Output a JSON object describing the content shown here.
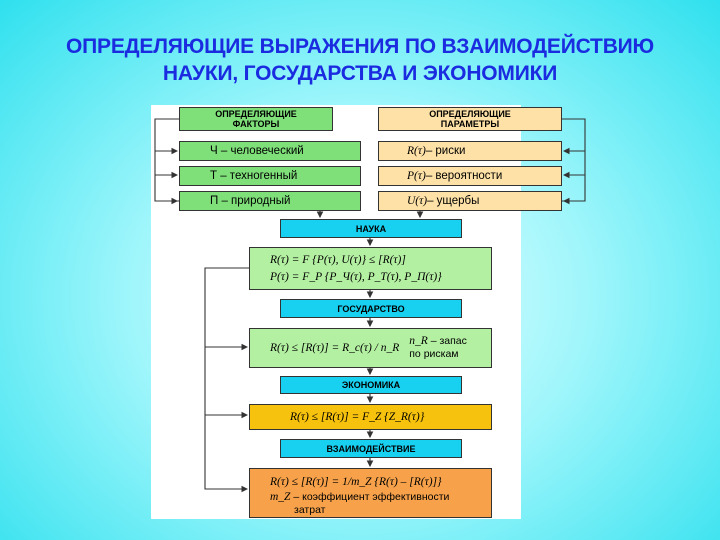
{
  "title": {
    "line1": "ОПРЕДЕЛЯЮЩИЕ ВЫРАЖЕНИЯ ПО ВЗАИМОДЕЙСТВИЮ",
    "line2": "НАУКИ, ГОСУДАРСТВА И ЭКОНОМИКИ"
  },
  "factors": {
    "header_line1": "ОПРЕДЕЛЯЮЩИЕ",
    "header_line2": "ФАКТОРЫ",
    "items": [
      "Ч – человеческий",
      "Т – техногенный",
      "П – природный"
    ]
  },
  "parameters": {
    "header_line1": "ОПРЕДЕЛЯЮЩИЕ",
    "header_line2": "ПАРАМЕТРЫ",
    "items": [
      {
        "symbol": "R(τ)",
        "text": " – риски"
      },
      {
        "symbol": "P(τ)",
        "text": " – вероятности"
      },
      {
        "symbol": "U(τ)",
        "text": " – ущербы"
      }
    ]
  },
  "science": {
    "header": "НАУКА",
    "formula1": "R(τ) = F {P(τ), U(τ)} ≤ [R(τ)]",
    "formula2": "P(τ) = F_P {P_Ч(τ), P_Т(τ), P_П(τ)}"
  },
  "state": {
    "header": "ГОСУДАРСТВО",
    "formula": "R(τ) ≤ [R(τ)] = R_c(τ) / n_R",
    "note_symbol": "n_R",
    "note_text1": " – запас",
    "note_text2": "по рискам"
  },
  "economy": {
    "header": "ЭКОНОМИКА",
    "formula": "R(τ) ≤ [R(τ)] = F_Z {Z_R(τ)}"
  },
  "interaction": {
    "header": "ВЗАИМОДЕЙСТВИЕ",
    "formula": "R(τ) ≤ [R(τ)] = 1/m_Z {R(τ) – [R(τ)]}",
    "note_symbol": "m_Z",
    "note_text1": " – коэффициент эффективности",
    "note_text2": "затрат"
  },
  "colors": {
    "title": "#1a2be0",
    "factors": "#7fe07a",
    "parameters": "#fde1a6",
    "headers_blue": "#18d0f0",
    "science_box": "#b4f0a2",
    "economy_box": "#f7c20e",
    "interaction_box": "#f7a24a"
  }
}
